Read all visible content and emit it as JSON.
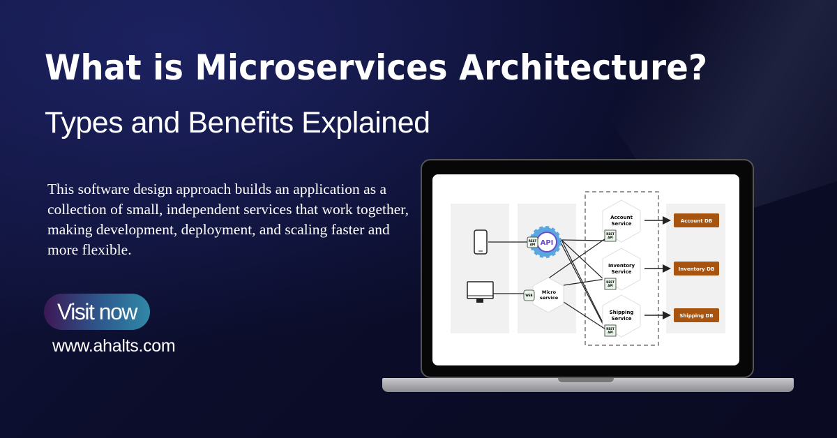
{
  "headline": "What is Microservices Architecture?",
  "subheadline": "Types and Benefits Explained",
  "description": "This software design approach builds an application as a collection of small, independent services that work together, making development, deployment, and scaling faster and more flexible.",
  "cta_label": "Visit now",
  "website": "www.ahalts.com",
  "diagram": {
    "api": "API",
    "rest": "REST",
    "api_small": "API",
    "web": "WEB",
    "micro_line1": "Micro",
    "micro_line2": "service",
    "services": [
      {
        "l1": "Account",
        "l2": "Service",
        "db": "Account DB"
      },
      {
        "l1": "Inventory",
        "l2": "Service",
        "db": "Inventory DB"
      },
      {
        "l1": "Shipping",
        "l2": "Service",
        "db": "Shipping DB"
      }
    ],
    "db_color": "#a65410"
  }
}
